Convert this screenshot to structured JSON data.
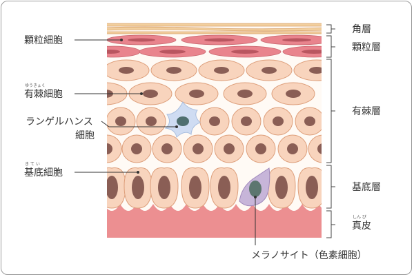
{
  "labels": {
    "granular_cell": "顆粒細胞",
    "spinous_cell": "有棘細胞",
    "spinous_cell_ruby": "ゆうきょく",
    "langerhans_line1": "ランゲルハンス",
    "langerhans_line2": "細胞",
    "basal_cell": "基底細胞",
    "basal_cell_ruby": "き て い",
    "melanocyte": "メラノサイト（色素細胞）"
  },
  "layers": {
    "stratum_corneum": "角層",
    "stratum_granulosum": "顆粒層",
    "stratum_spinosum": "有棘層",
    "stratum_basale": "基底層",
    "dermis": "真皮",
    "dermis_ruby": "しん ぴ"
  },
  "colors": {
    "corneum": "#f2cf9e",
    "granular_cell": "#e9848d",
    "granular_nucleus": "#b95660",
    "skin_cell": "#f8d4bd",
    "cell_outline": "#dd9e7a",
    "nucleus": "#8a5e55",
    "langerhans": "#cfdcf2",
    "langerhans_nucleus": "#4f6f6f",
    "melanocyte": "#c7b5d9",
    "melanocyte_nucleus": "#5d7670",
    "dermis": "#ec8f91",
    "frame": "#9a9a9a"
  }
}
